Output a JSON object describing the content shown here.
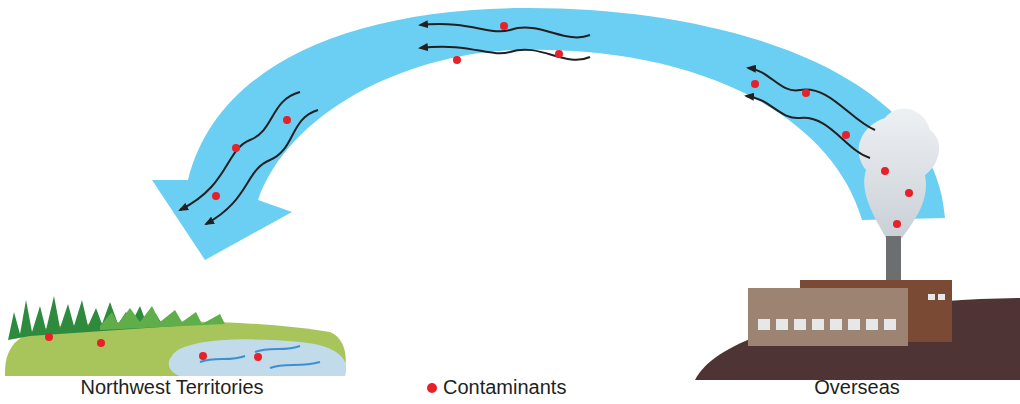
{
  "diagram": {
    "labels": [
      "Northwest Territories",
      "Overseas"
    ],
    "legend": [
      {
        "text": "Contaminants",
        "color": "#e8202a"
      }
    ]
  }
}
